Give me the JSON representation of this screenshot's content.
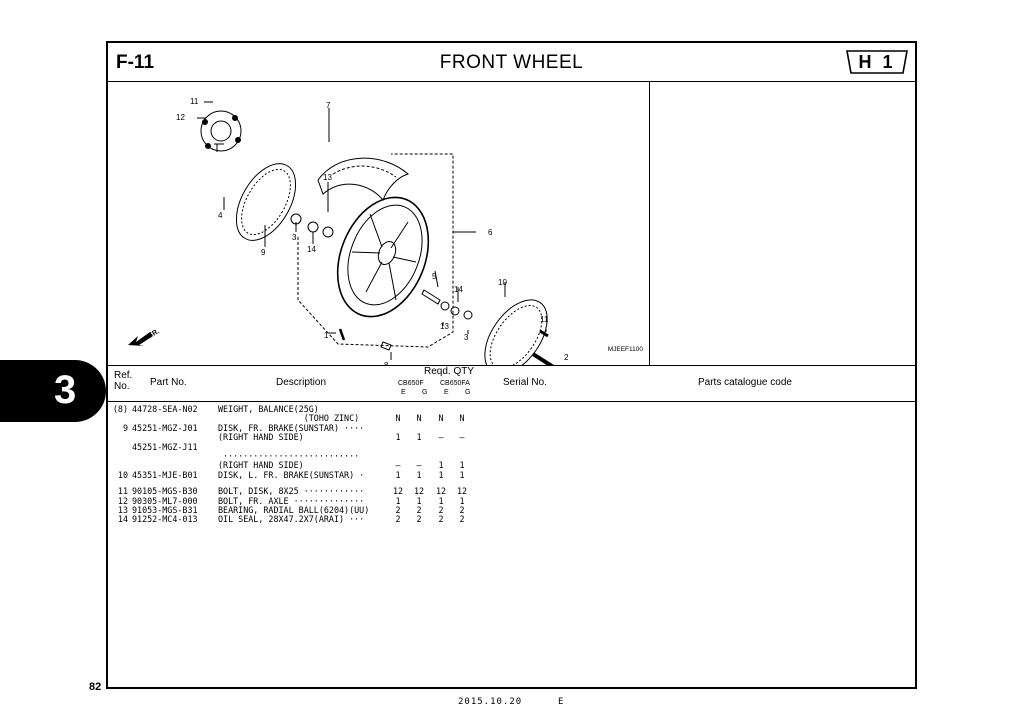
{
  "header": {
    "section_code": "F-11",
    "title": "FRONT WHEEL",
    "group_code": "H 1"
  },
  "diagram": {
    "code": "MJEEF1100",
    "direction_label": "FR.",
    "callouts": [
      "11",
      "12",
      "4",
      "9",
      "7",
      "3",
      "13",
      "14",
      "6",
      "5",
      "14",
      "10",
      "11",
      "13",
      "3",
      "1",
      "8",
      "2"
    ]
  },
  "table": {
    "headers": {
      "ref_no": "Ref.\nNo.",
      "part_no": "Part No.",
      "description": "Description",
      "reqd_qty": "Reqd. QTY",
      "model_1": "CB650F",
      "model_2": "CB650FA",
      "e1": "E",
      "g1": "G",
      "e2": "E",
      "g2": "G",
      "serial_no": "Serial No.",
      "catalogue_code": "Parts catalogue code"
    },
    "rows": [
      {
        "ref": "(8)",
        "part": "44728-SEA-N02",
        "desc": "WEIGHT, BALANCE(25G)",
        "q": [
          "",
          "",
          "",
          ""
        ]
      },
      {
        "ref": "",
        "part": "",
        "desc": "                 (TOHO ZINC)",
        "q": [
          "N",
          "N",
          "N",
          "N"
        ]
      },
      {
        "ref": "9",
        "part": "45251-MGZ-J01",
        "desc": "DISK, FR. BRAKE(SUNSTAR) ····",
        "q": [
          "",
          "",
          "",
          ""
        ]
      },
      {
        "ref": "",
        "part": "",
        "desc": "(RIGHT HAND SIDE)",
        "q": [
          "1",
          "1",
          "–",
          "–"
        ]
      },
      {
        "ref": "",
        "part": "45251-MGZ-J11",
        "desc": "",
        "q": [
          "",
          "",
          "",
          ""
        ]
      },
      {
        "ref": "",
        "part": "",
        "desc": " ···························",
        "q": [
          "",
          "",
          "",
          ""
        ]
      },
      {
        "ref": "",
        "part": "",
        "desc": "(RIGHT HAND SIDE)",
        "q": [
          "–",
          "–",
          "1",
          "1"
        ]
      },
      {
        "ref": "10",
        "part": "45351-MJE-B01",
        "desc": "DISK, L. FR. BRAKE(SUNSTAR) ·",
        "q": [
          "1",
          "1",
          "1",
          "1"
        ]
      },
      {
        "ref": "",
        "part": "",
        "desc": "",
        "q": [
          "",
          "",
          "",
          ""
        ],
        "gap": true
      },
      {
        "ref": "11",
        "part": "90105-MGS-B30",
        "desc": "BOLT, DISK, 8X25 ············",
        "q": [
          "12",
          "12",
          "12",
          "12"
        ]
      },
      {
        "ref": "12",
        "part": "90305-ML7-000",
        "desc": "BOLT, FR. AXLE ··············",
        "q": [
          "1",
          "1",
          "1",
          "1"
        ]
      },
      {
        "ref": "13",
        "part": "91053-MGS-B31",
        "desc": "BEARING, RADIAL BALL(6204)(UU)",
        "q": [
          "2",
          "2",
          "2",
          "2"
        ]
      },
      {
        "ref": "14",
        "part": "91252-MC4-013",
        "desc": "OIL SEAL, 28X47.2X7(ARAI) ···",
        "q": [
          "2",
          "2",
          "2",
          "2"
        ]
      }
    ]
  },
  "footer": {
    "page_number": "82",
    "date": "2015.10.20",
    "lang": "E"
  },
  "chapter_tab": "3"
}
